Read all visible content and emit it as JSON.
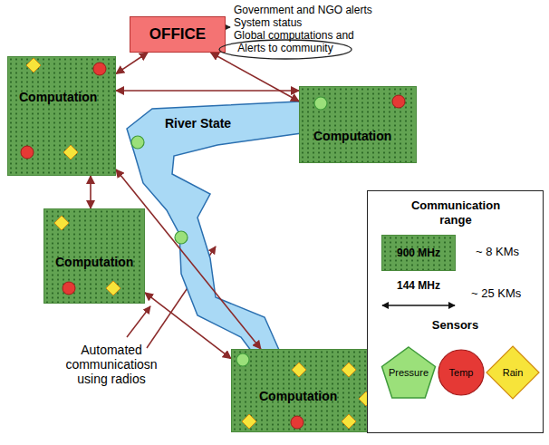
{
  "diagram": {
    "nodes": [
      {
        "text": [
          "OFFICE"
        ]
      },
      {
        "text": [
          "Alerts to community"
        ]
      },
      {
        "text": [
          "Computation"
        ]
      },
      {
        "text": [
          "Computation"
        ]
      },
      {
        "text": [
          "River State"
        ]
      },
      {
        "text": [
          "Computation"
        ]
      },
      {
        "text": [
          "Computation"
        ]
      },
      {
        "text": [
          "Communication range",
          "Sensors"
        ]
      }
    ],
    "edges": [
      {
        "from": 0,
        "to": 2,
        "arrow": "both"
      },
      {
        "from": 0,
        "to": 3,
        "arrow": "both"
      },
      {
        "from": 2,
        "to": 3,
        "arrow": "both"
      },
      {
        "from": 2,
        "to": 5,
        "arrow": "both"
      },
      {
        "from": 2,
        "to": 6,
        "arrow": "both"
      },
      {
        "from": 5,
        "to": 6,
        "arrow": "both"
      }
    ],
    "labels": [
      "Government and NGO alerts",
      "System status",
      "Global computations and",
      "~ 8 KMs",
      "~ 25 KMs",
      "Automated communicatiosn using radios"
    ],
    "legend": [
      {
        "text": "900 MHz",
        "color": "#62a352"
      },
      {
        "text": "144 MHz"
      },
      {
        "text": "Pressure"
      },
      {
        "text": "Temp"
      },
      {
        "text": "Rain"
      }
    ]
  }
}
